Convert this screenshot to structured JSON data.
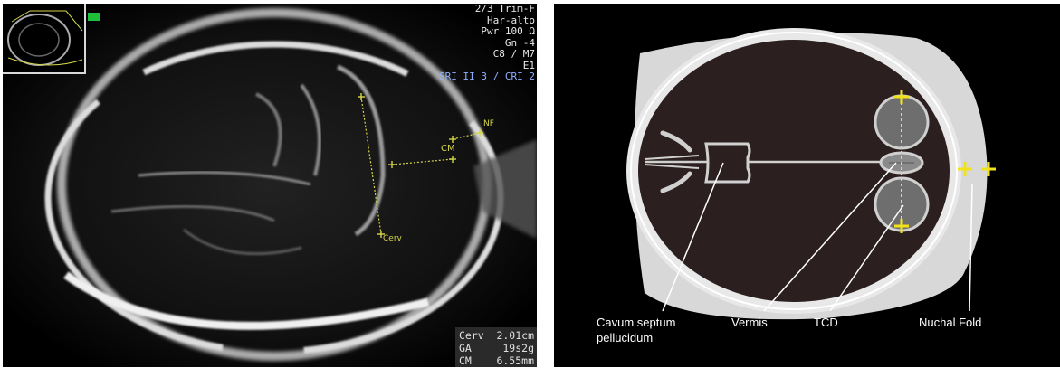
{
  "ultrasound": {
    "settings": [
      "2/3 Trim-F",
      "Har-alto",
      "Pwr 100 Ω",
      "Gn  -4",
      "C8 / M7",
      "E1",
      "SRI II 3 / CRI 2"
    ],
    "calipers": {
      "nf": "NF",
      "cm": "CM",
      "cerv": "Cerv"
    },
    "measurements": [
      {
        "label": "Cerv",
        "value": "2.01cm"
      },
      {
        "label": "GA",
        "value": "19s2g"
      },
      {
        "label": "CM",
        "value": "6.55mm"
      }
    ]
  },
  "diagram": {
    "labels": {
      "cavum_line1": "Cavum septum",
      "cavum_line2": "pellucidum",
      "vermis": "Vermis",
      "tcd": "TCD",
      "nuchal_fold": "Nuchal Fold"
    },
    "colors": {
      "skull": "#e6e6e6",
      "brain": "#2a1f1f",
      "caliper": "#f2e21c",
      "background": "#000000"
    }
  }
}
